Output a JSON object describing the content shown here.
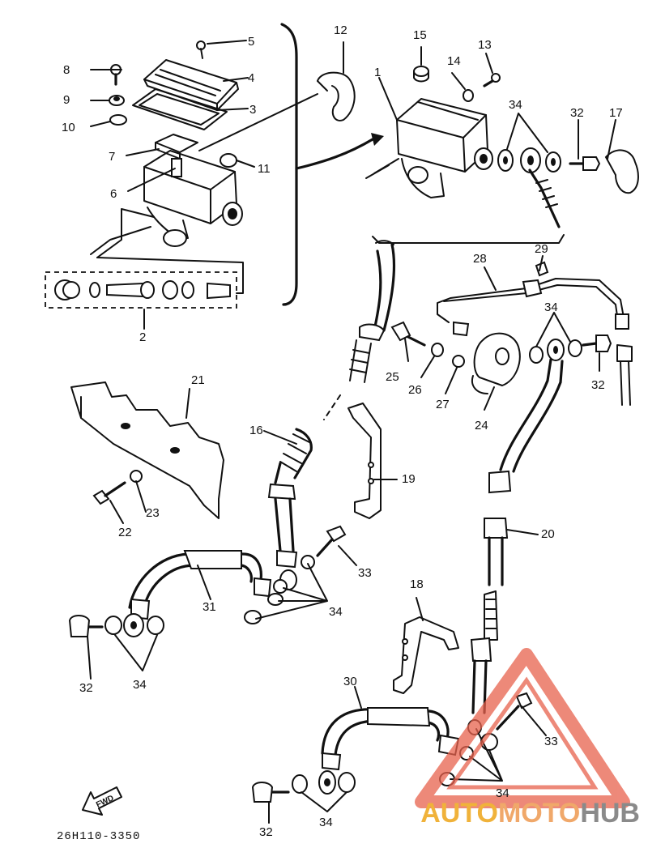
{
  "callouts": {
    "n1": "1",
    "n2": "2",
    "n3": "3",
    "n4": "4",
    "n5": "5",
    "n6": "6",
    "n7": "7",
    "n8": "8",
    "n9": "9",
    "n10": "10",
    "n11": "11",
    "n12": "12",
    "n13": "13",
    "n14": "14",
    "n15": "15",
    "n16": "16",
    "n17": "17",
    "n18": "18",
    "n19": "19",
    "n20": "20",
    "n21": "21",
    "n22": "22",
    "n23": "23",
    "n24": "24",
    "n25": "25",
    "n26": "26",
    "n27": "27",
    "n28": "28",
    "n29": "29",
    "n30": "30",
    "n31": "31",
    "n32": "32",
    "n33": "33",
    "n34": "34"
  },
  "fwd_label": "FWD",
  "diagram_code": "26H110-3350",
  "watermark": {
    "part1": "AUTO",
    "part2": "MOTO",
    "part3": "HUB"
  },
  "colors": {
    "ink": "#111111",
    "watermark_red": "#e8624d",
    "watermark_yellow": "#f0b23a",
    "watermark_grey": "#8a8a8a"
  }
}
